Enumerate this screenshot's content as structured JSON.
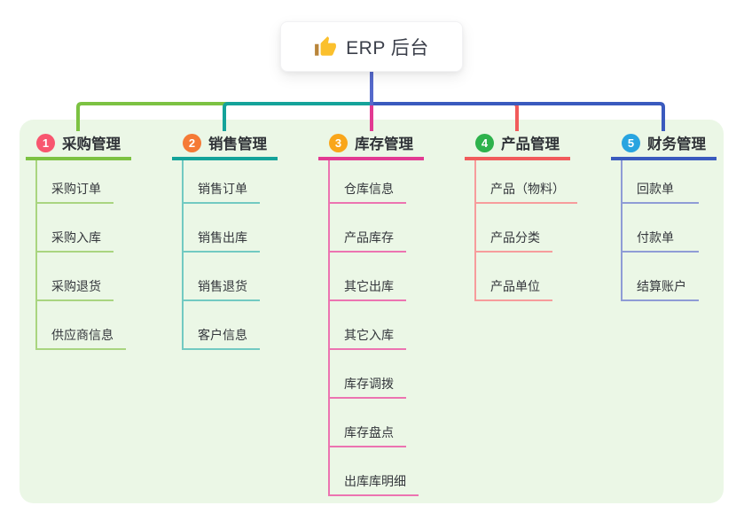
{
  "root": {
    "label": "ERP 后台",
    "icon": "thumbs-up-icon"
  },
  "branches": [
    {
      "index": "1",
      "label": "采购管理",
      "badge_color": "#f8566f",
      "line_color": "#7cc242",
      "light_line_color": "#a9d580",
      "children": [
        "采购订单",
        "采购入库",
        "采购退货",
        "供应商信息"
      ]
    },
    {
      "index": "2",
      "label": "销售管理",
      "badge_color": "#f57a36",
      "line_color": "#14a39a",
      "light_line_color": "#72cac2",
      "children": [
        "销售订单",
        "销售出库",
        "销售退货",
        "客户信息"
      ]
    },
    {
      "index": "3",
      "label": "库存管理",
      "badge_color": "#f9a61a",
      "line_color": "#e23a92",
      "light_line_color": "#ec74b1",
      "children": [
        "仓库信息",
        "产品库存",
        "其它出库",
        "其它入库",
        "库存调拨",
        "库存盘点",
        "出库库明细"
      ]
    },
    {
      "index": "4",
      "label": "产品管理",
      "badge_color": "#2eb24c",
      "line_color": "#f15b5b",
      "light_line_color": "#f79c9c",
      "children": [
        "产品（物料）",
        "产品分类",
        "产品单位"
      ]
    },
    {
      "index": "5",
      "label": "财务管理",
      "badge_color": "#28a4e0",
      "line_color": "#3a5abe",
      "light_line_color": "#8f9cd6",
      "children": [
        "回款单",
        "付款单",
        "结算账户"
      ]
    }
  ],
  "connector": {
    "root_line_color": "#5569cb"
  },
  "panel_color": "#ebf7e6"
}
